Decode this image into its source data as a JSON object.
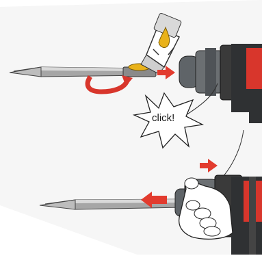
{
  "illustration": {
    "callout_text": "click!",
    "colors": {
      "tool_dark": "#3a3a3a",
      "tool_mid": "#6b6f72",
      "accent_red": "#d8362c",
      "arrow_red": "#e23b2e",
      "grease_yellow": "#e9b21a",
      "chisel_grey": "#9a9a9a",
      "background_panel": "#f4f4f4"
    },
    "steps": [
      {
        "action": "grease-shank-and-insert",
        "arrow_direction": "right",
        "rotation_arrow": true
      },
      {
        "action": "pull-back-chuck-and-remove",
        "arrow_direction": "left",
        "secondary_arrow_direction": "right"
      }
    ]
  }
}
